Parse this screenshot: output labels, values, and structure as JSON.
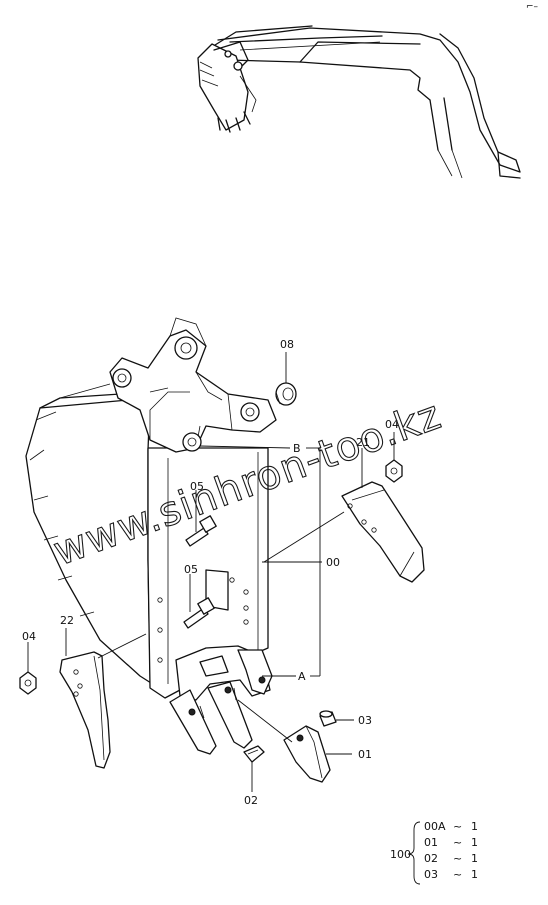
{
  "corner_mark": "⌐–",
  "watermark": "www.sinhron-too.kz",
  "parts": {
    "p08": "08",
    "p04_right": "04",
    "p21": "21",
    "pB": "B",
    "p05_upper": "05",
    "p05_lower": "05",
    "p00": "00",
    "p22": "22",
    "p04_left": "04",
    "pA": "A",
    "p03": "03",
    "p01": "01",
    "p02": "02"
  },
  "bom": {
    "assembly": "100",
    "rows": [
      {
        "code": "00A",
        "sep": "~",
        "qty": "1"
      },
      {
        "code": "01",
        "sep": "~",
        "qty": "1"
      },
      {
        "code": "02",
        "sep": "~",
        "qty": "1"
      },
      {
        "code": "03",
        "sep": "~",
        "qty": "1"
      }
    ]
  }
}
